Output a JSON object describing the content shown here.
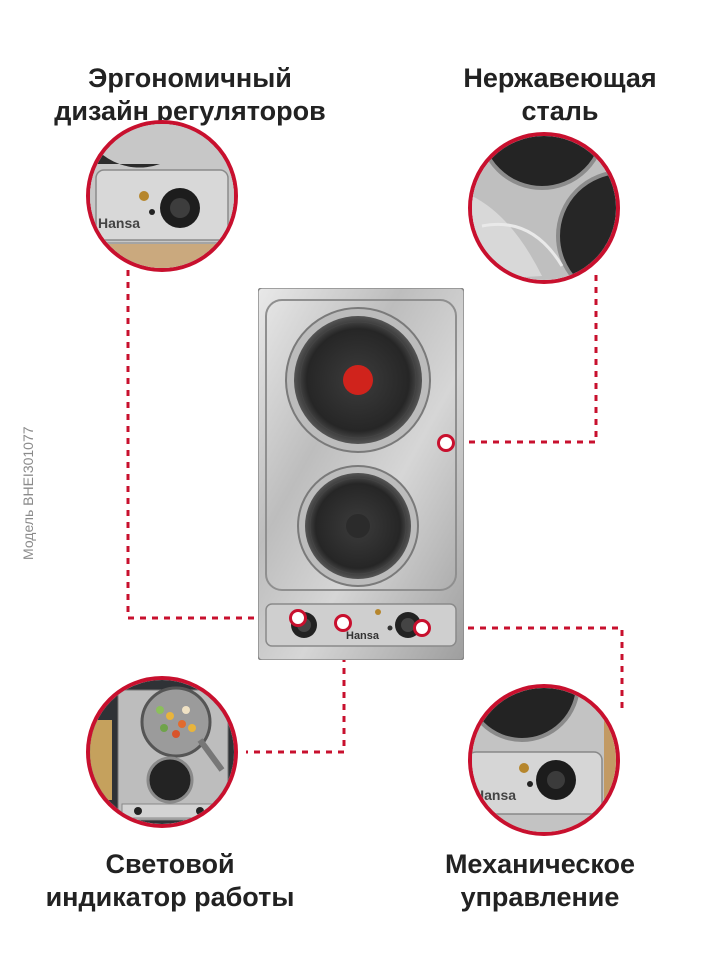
{
  "features": [
    {
      "id": "knob-design",
      "title_line1": "Эргономичный",
      "title_line2": "дизайн регуляторов"
    },
    {
      "id": "stainless-steel",
      "title_line1": "Нержавеющая",
      "title_line2": "сталь"
    },
    {
      "id": "indicator-light",
      "title_line1": "Световой",
      "title_line2": "индикатор работы"
    },
    {
      "id": "mechanical-control",
      "title_line1": "Механическое",
      "title_line2": "управление"
    }
  ],
  "model_label": "Модель BHEI301077",
  "brand": "Hansa",
  "colors": {
    "accent": "#c8102e",
    "steel": "#c9c9c9",
    "burner": "#2a2a2a",
    "hot_center": "#d0231c"
  },
  "icons": [
    "hob-product-image",
    "knob-closeup",
    "steel-closeup",
    "cooking-scene",
    "control-closeup"
  ]
}
